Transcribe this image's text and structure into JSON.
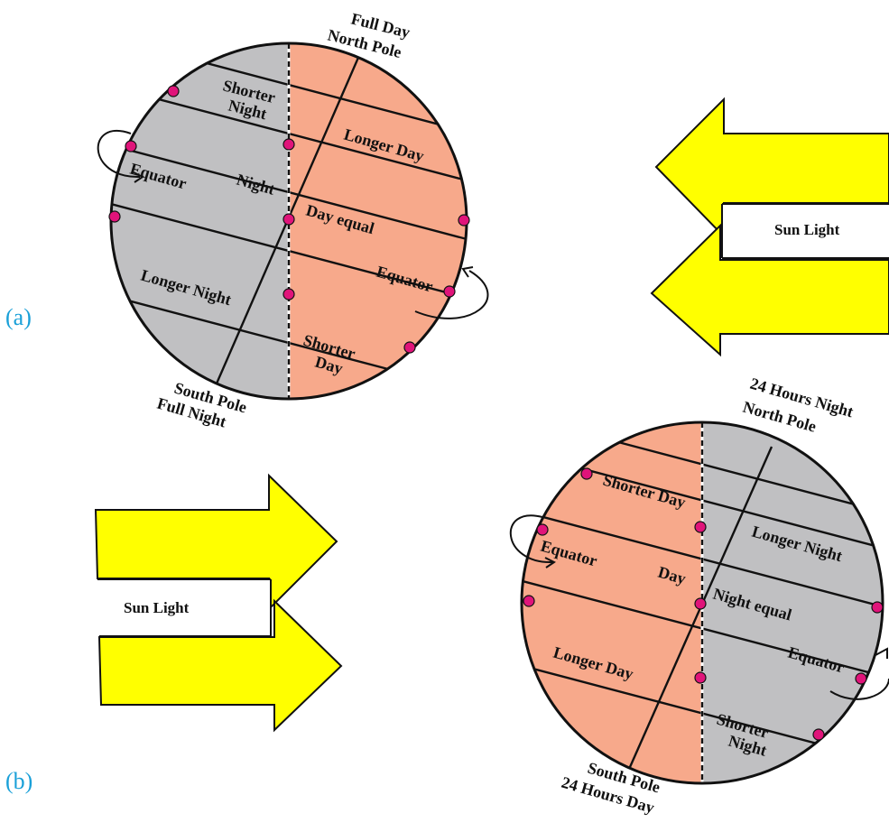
{
  "panel_a": {
    "label": "(a)",
    "pole_top_line1": "Full Day",
    "pole_top_line2": "North Pole",
    "pole_bottom_line1": "South Pole",
    "pole_bottom_line2": "Full Night",
    "shorter_night_line1": "Shorter",
    "shorter_night_line2": "Night",
    "longer_day": "Longer Day",
    "equator_left": "Equator",
    "night": "Night",
    "day_equal": "Day equal",
    "equator_right": "Equator",
    "longer_night": "Longer Night",
    "shorter_day_line1": "Shorter",
    "shorter_day_line2": "Day",
    "sunlight": "Sun Light",
    "colors": {
      "night": "#c0c0c2",
      "day": "#f7a98b",
      "arrow": "#ffff00",
      "dot": "#e0147a"
    }
  },
  "panel_b": {
    "label": "(b)",
    "pole_top_line1": "24 Hours Night",
    "pole_top_line2": "North Pole",
    "pole_bottom_line1": "South Pole",
    "pole_bottom_line2": "24 Hours Day",
    "shorter_day": "Shorter Day",
    "longer_night": "Longer Night",
    "equator_left": "Equator",
    "day": "Day",
    "night_equal": "Night equal",
    "equator_right": "Equator",
    "longer_day": "Longer Day",
    "shorter_night_line1": "Shorter",
    "shorter_night_line2": "Night",
    "sunlight": "Sun Light"
  }
}
